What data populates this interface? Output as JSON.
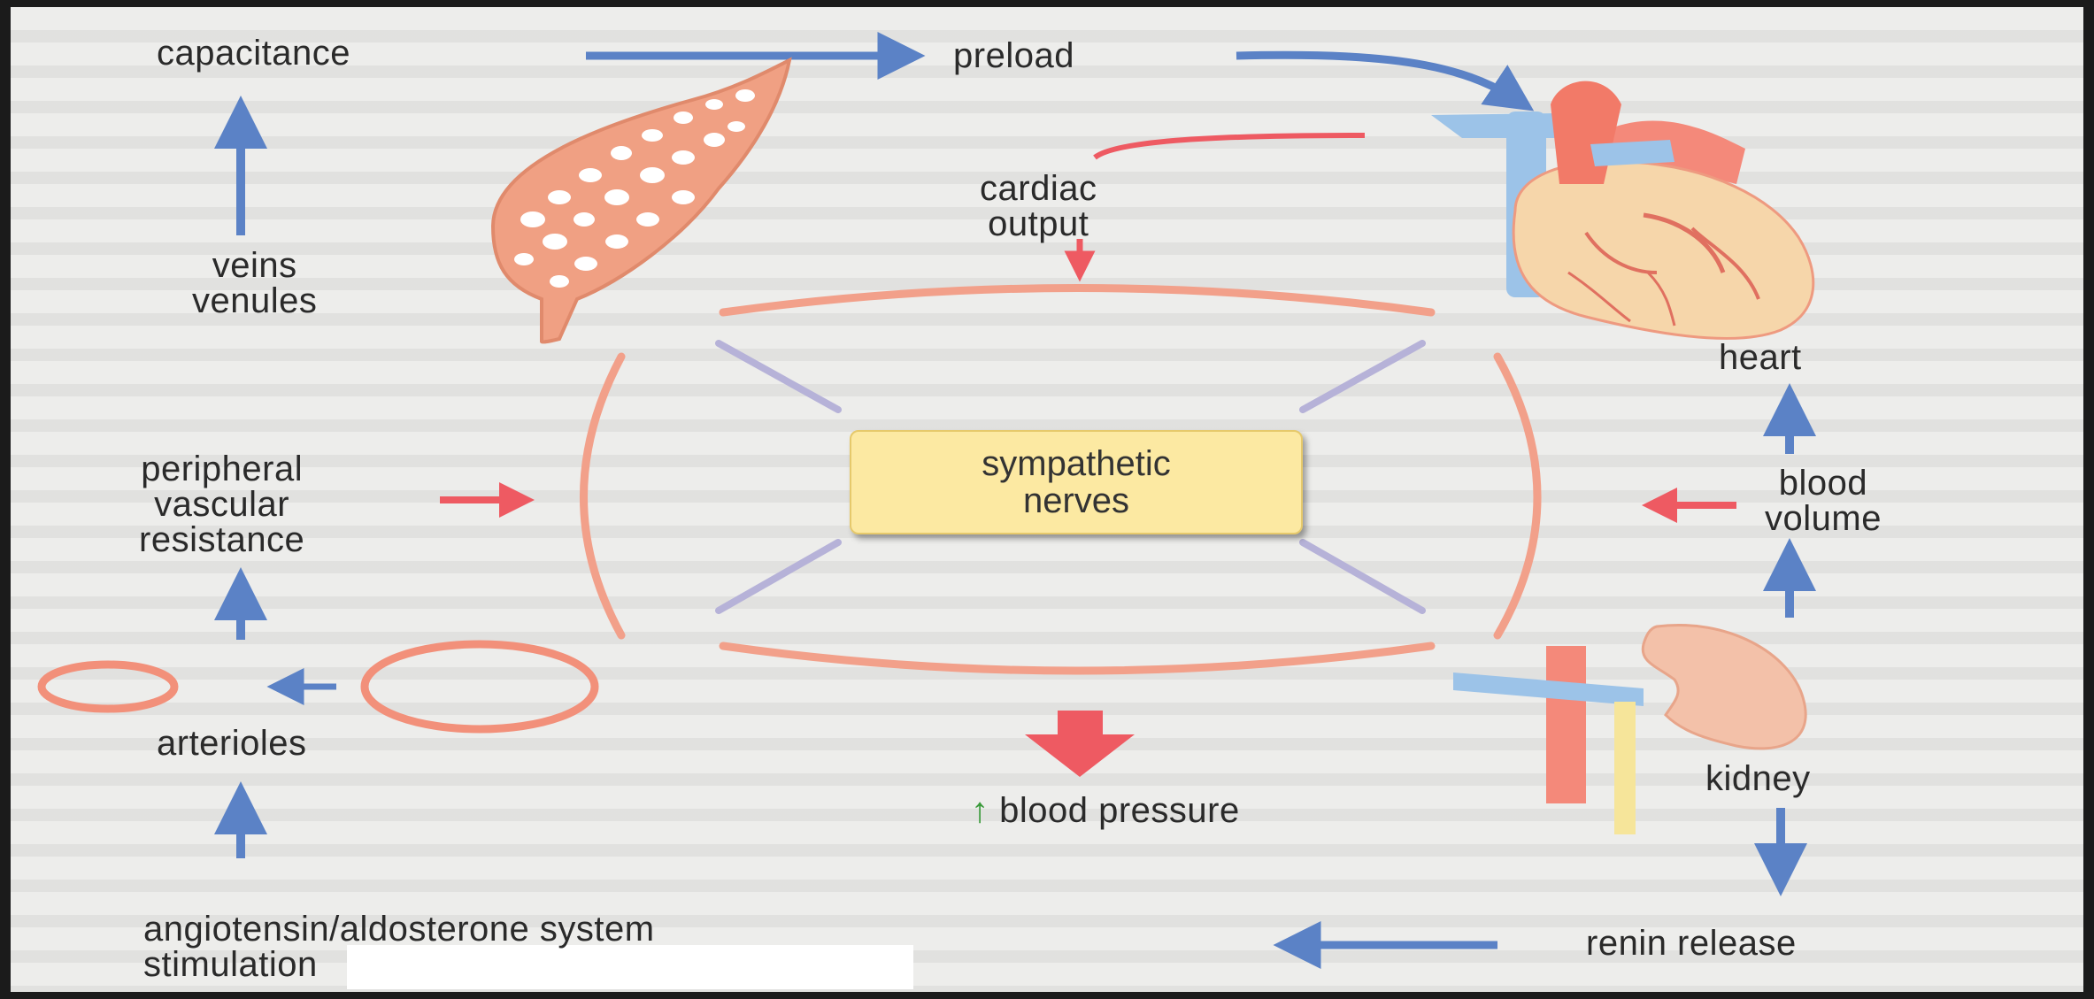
{
  "diagram": {
    "labels": {
      "capacitance": "capacitance",
      "preload": "preload",
      "cardiac_output": "cardiac\noutput",
      "veins_venules": "veins\nvenules",
      "heart": "heart",
      "peripheral_vascular_resistance": "peripheral\nvascular\nresistance",
      "sympathetic_nerves": "sympathetic\nnerves",
      "blood_volume": "blood\nvolume",
      "arterioles": "arterioles",
      "blood_pressure": "blood pressure",
      "blood_pressure_arrow": "↑",
      "kidney": "kidney",
      "angiotensin": "angiotensin/aldosterone system\nstimulation",
      "renin_release": "renin release"
    },
    "colors": {
      "blue_arrow": "#5b82c6",
      "red_arrow": "#ee5a62",
      "salmon_arc": "#f2a08a",
      "lavender_spoke": "#b6b2d8",
      "box_fill": "#fce9a2",
      "green_up_arrow": "#3a9a3a"
    }
  }
}
